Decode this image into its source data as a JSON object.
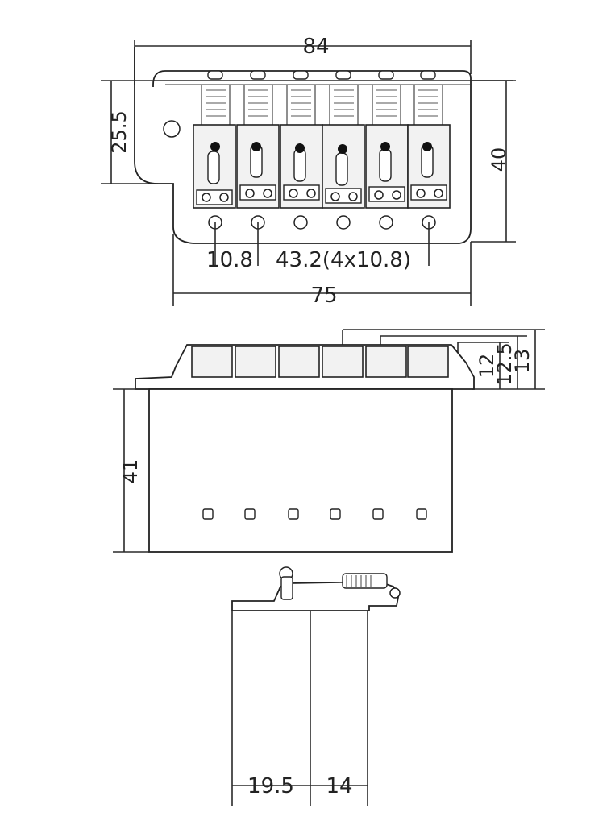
{
  "top_view": {
    "width_overall": "84",
    "height_left": "25.5",
    "height_right": "40",
    "spacing_first": "10.8",
    "spacing_rest": "43.2(4x10.8)",
    "width_base": "75"
  },
  "side_view": {
    "height_12": "12",
    "height_12_5": "12.5",
    "height_13": "13",
    "block_height": "41"
  },
  "end_view": {
    "depth_a": "19.5",
    "depth_b": "14"
  }
}
